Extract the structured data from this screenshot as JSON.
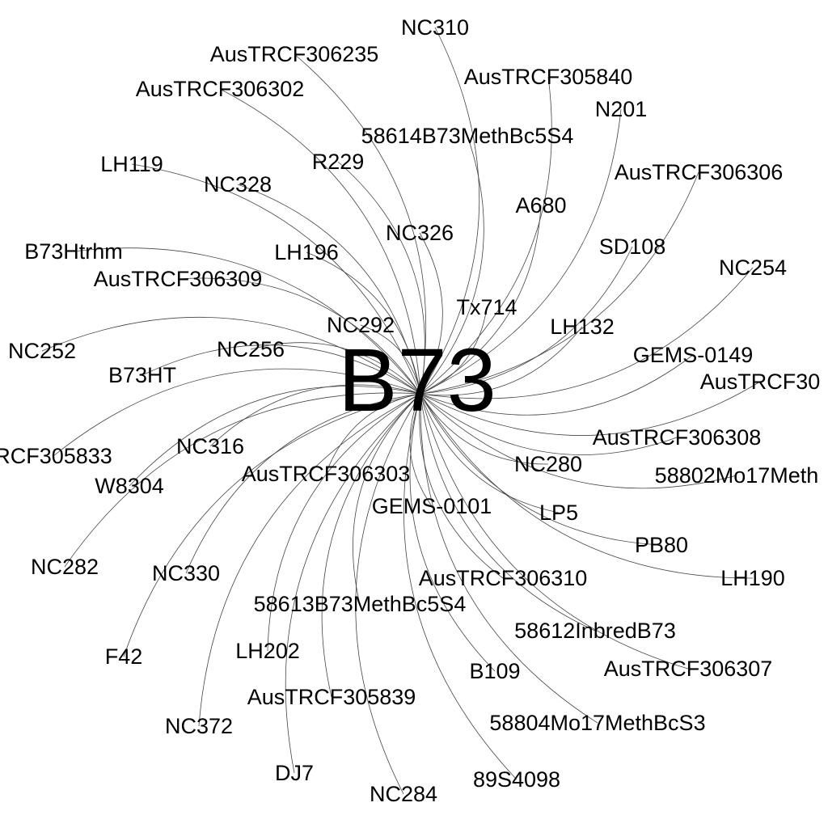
{
  "hub": {
    "label": "B73",
    "icon": "none"
  },
  "nodes": [
    {
      "id": "nc310",
      "label": "NC310"
    },
    {
      "id": "austrcf306235",
      "label": "AusTRCF306235"
    },
    {
      "id": "austrcf305840",
      "label": "AusTRCF305840"
    },
    {
      "id": "austrcf306302",
      "label": "AusTRCF306302"
    },
    {
      "id": "n201",
      "label": "N201"
    },
    {
      "id": "58614b73",
      "label": "58614B73MethBc5S4"
    },
    {
      "id": "lh119",
      "label": "LH119"
    },
    {
      "id": "r229",
      "label": "R229"
    },
    {
      "id": "austrcf306306",
      "label": "AusTRCF306306"
    },
    {
      "id": "nc328",
      "label": "NC328"
    },
    {
      "id": "a680",
      "label": "A680"
    },
    {
      "id": "nc326",
      "label": "NC326"
    },
    {
      "id": "sd108",
      "label": "SD108"
    },
    {
      "id": "b73htrhm",
      "label": "B73Htrhm"
    },
    {
      "id": "lh196",
      "label": "LH196"
    },
    {
      "id": "nc254",
      "label": "NC254"
    },
    {
      "id": "austrcf306309",
      "label": "AusTRCF306309"
    },
    {
      "id": "tx714",
      "label": "Tx714"
    },
    {
      "id": "nc292",
      "label": "NC292"
    },
    {
      "id": "lh132",
      "label": "LH132"
    },
    {
      "id": "nc252",
      "label": "NC252"
    },
    {
      "id": "nc256",
      "label": "NC256"
    },
    {
      "id": "gems0149",
      "label": "GEMS-0149"
    },
    {
      "id": "b73ht",
      "label": "B73HT"
    },
    {
      "id": "austrcf30",
      "label": "AusTRCF30"
    },
    {
      "id": "austrcf306308",
      "label": "AusTRCF306308"
    },
    {
      "id": "rcf305833",
      "label": "RCF305833"
    },
    {
      "id": "nc316",
      "label": "NC316"
    },
    {
      "id": "nc280",
      "label": "NC280"
    },
    {
      "id": "austrcf306303",
      "label": "AusTRCF306303"
    },
    {
      "id": "58802mo17",
      "label": "58802Mo17Meth"
    },
    {
      "id": "w8304",
      "label": "W8304"
    },
    {
      "id": "gems0101",
      "label": "GEMS-0101"
    },
    {
      "id": "lp5",
      "label": "LP5"
    },
    {
      "id": "pb80",
      "label": "PB80"
    },
    {
      "id": "nc282",
      "label": "NC282"
    },
    {
      "id": "nc330",
      "label": "NC330"
    },
    {
      "id": "austrcf306310",
      "label": "AusTRCF306310"
    },
    {
      "id": "lh190",
      "label": "LH190"
    },
    {
      "id": "58613b73",
      "label": "58613B73MethBc5S4"
    },
    {
      "id": "58612inbred",
      "label": "58612InbredB73"
    },
    {
      "id": "lh202",
      "label": "LH202"
    },
    {
      "id": "f42",
      "label": "F42"
    },
    {
      "id": "austrcf306307",
      "label": "AusTRCF306307"
    },
    {
      "id": "b109",
      "label": "B109"
    },
    {
      "id": "austrcf305839",
      "label": "AusTRCF305839"
    },
    {
      "id": "nc372",
      "label": "NC372"
    },
    {
      "id": "58804mo17",
      "label": "58804Mo17MethBcS3"
    },
    {
      "id": "dj7",
      "label": "DJ7"
    },
    {
      "id": "nc284",
      "label": "NC284"
    },
    {
      "id": "89s4098",
      "label": "89S4098"
    }
  ]
}
